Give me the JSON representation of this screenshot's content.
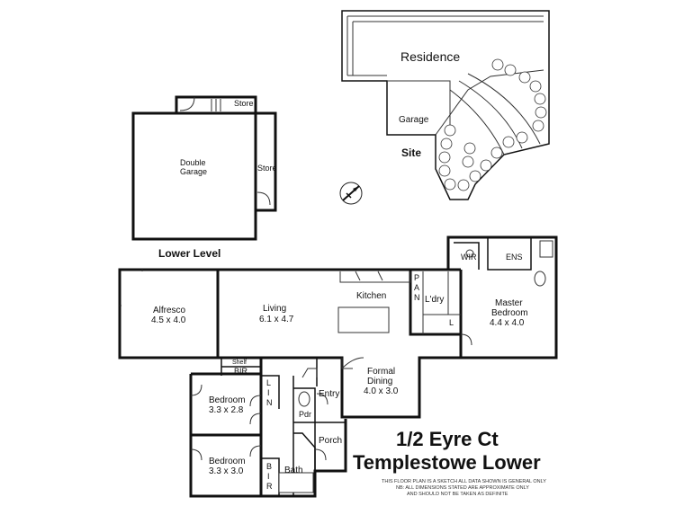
{
  "site": {
    "residence": "Residence",
    "garage": "Garage",
    "site": "Site"
  },
  "lower_level": {
    "store_top": "Store",
    "double_garage_l1": "Double",
    "double_garage_l2": "Garage",
    "store_side": "Store",
    "caption": "Lower Level"
  },
  "rooms": {
    "alfresco": "Alfresco",
    "alfresco_dim": "4.5 x 4.0",
    "living": "Living",
    "living_dim": "6.1 x 4.7",
    "kitchen": "Kitchen",
    "pantry": [
      "P",
      "A",
      "N"
    ],
    "laundry": "L'dry",
    "laundry_l": "L",
    "wir": "WIR",
    "ens": "ENS",
    "master_l1": "Master",
    "master_l2": "Bedroom",
    "master_dim": "4.4 x 4.0",
    "shelf": "Shelf",
    "bir_top": "BIR",
    "bed1": "Bedroom",
    "bed1_dim": "3.3 x 2.8",
    "lin": [
      "L",
      "I",
      "N"
    ],
    "pdr": "Pdr",
    "entry": "Entry",
    "formal_l1": "Formal",
    "formal_l2": "Dining",
    "formal_dim": "4.0 x 3.0",
    "porch": "Porch",
    "bed2": "Bedroom",
    "bed2_dim": "3.3 x 3.0",
    "bir_bottom": [
      "B",
      "I",
      "R"
    ],
    "bath": "Bath"
  },
  "address": {
    "line1": "1/2 Eyre Ct",
    "line2": "Templestowe Lower"
  },
  "disclaimer": [
    "THIS FLOOR PLAN IS A SKETCH ALL DATA SHOWN IS GENERAL ONLY",
    "NB: ALL DIMENSIONS STATED ARE APPROXIMATE ONLY",
    "AND SHOULD NOT BE TAKEN AS DEFINITE"
  ]
}
